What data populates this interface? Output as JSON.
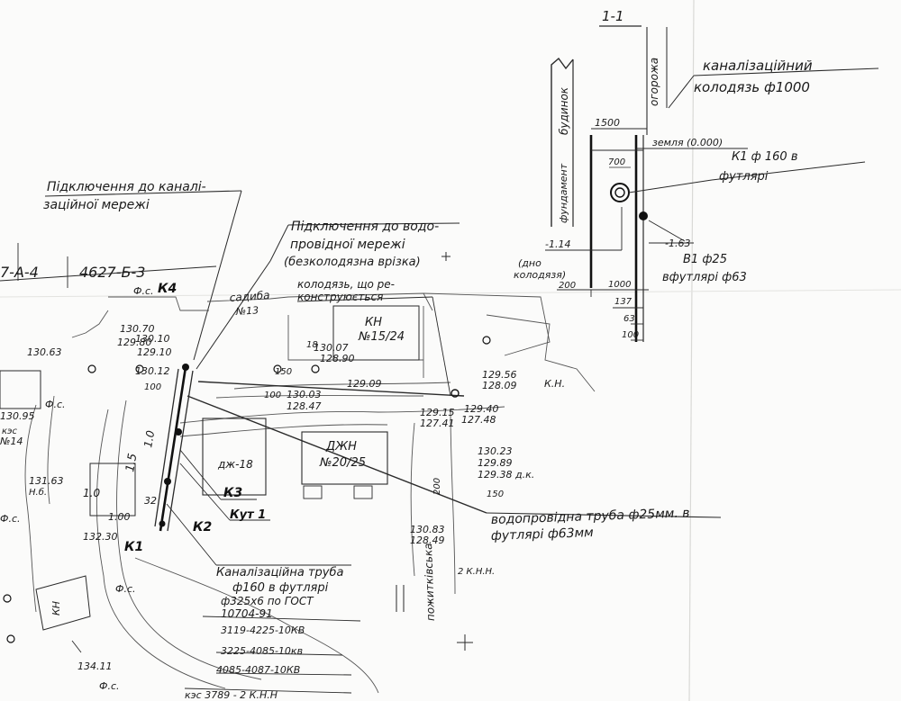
{
  "section": {
    "title": "1-1",
    "building": "будинок",
    "fence": "огорожа",
    "foundation": "фундамент",
    "well_title_1": "каналізаційний",
    "well_title_2": "колодязь ф1000",
    "dim_1500": "1500",
    "ground": "земля (0.000)",
    "k1_pipe_1": "К1 ф 160 в",
    "k1_pipe_2": "футлярі",
    "dim_700": "700",
    "level_114": "-1.14",
    "well_bottom_1": "(дно",
    "well_bottom_2": "колодязя)",
    "level_163": "-1.63",
    "v1_pipe_1": "В1 ф25",
    "v1_pipe_2": "вфутлярі ф63",
    "dim_200": "200",
    "dim_1000": "1000",
    "dim_137": "137",
    "dim_63": "63",
    "dim_100": "100"
  },
  "plan": {
    "sewer_conn_1": "Підключення до каналі-",
    "sewer_conn_2": "заційної мережі",
    "water_conn_1": "Підключення до водо-",
    "water_conn_2": "провідної мережі",
    "water_conn_3": "(безколодязна врізка)",
    "sheet_a4": "7-А-4",
    "sheet_b3": "4627-Б-3",
    "well_reconstruct_1": "колодязь, що ре-",
    "well_reconstruct_2": "конструюється",
    "k4": "К4",
    "k3": "К3",
    "k2": "К2",
    "k1": "К1",
    "kut1": "Кут 1",
    "usadba": "садиба",
    "usadba_num": "№13",
    "kn_block_1": "КН",
    "kn_block_2": "№15/24",
    "dzh": "дж-18",
    "dzn_1": "ДЖН",
    "dzn_2": "№20/25",
    "water_pipe_1": "водопровідна труба ф25мм. в",
    "water_pipe_2": "футлярі ф63мм",
    "sewer_pipe_1": "Каналізаційна труба",
    "sewer_pipe_2": "ф160 в футлярі",
    "sewer_pipe_3": "ф325х6 по ГОСТ",
    "sewer_pipe_4": "10704-91",
    "cable_1": "3119-4225-10КВ",
    "cable_2": "3225-4085-10кв",
    "cable_3": "4085-4087-10КВ",
    "cable_bottom": "кэс 3789 - 2 К.Н.Н",
    "street": "пожитківська",
    "kn_right": "К.Н.",
    "kn_left": "КН",
    "knn": "2 К.Н.Н.",
    "fs": "Ф.с.",
    "n14": "№14",
    "kes": "кэс",
    "nb": "Н.б.",
    "e130_70": "130.70",
    "e129_80": "129.80",
    "e130_10": "130.10",
    "e129_10": "129.10",
    "e130_12": "130.12",
    "e130_63": "130.63",
    "e130_07": "130.07",
    "e128_90": "128.90",
    "e129_09": "129.09",
    "e129_56": "129.56",
    "e128_09": "128.09",
    "e130_03": "130.03",
    "e128_47": "128.47",
    "e129_15": "129.15",
    "e127_41": "127.41",
    "e129_40": "129.40",
    "e127_48": "127.48",
    "e130_23": "130.23",
    "e129_89": "129.89",
    "e129_38": "129.38 д.к.",
    "e130_95": "130.95",
    "e131_63": "131.63",
    "e132_30": "132.30",
    "e130_83": "130.83",
    "e128_49": "128.49",
    "e134_11": "134.11",
    "d100a": "100",
    "d150a": "150",
    "d100b": "100",
    "d150b": "150",
    "d200": "200",
    "d18": "18",
    "d1_0a": "1.0",
    "d1_0b": "1.0",
    "d1_5": "1.5",
    "d1_00": "1.00",
    "d32": "32"
  }
}
